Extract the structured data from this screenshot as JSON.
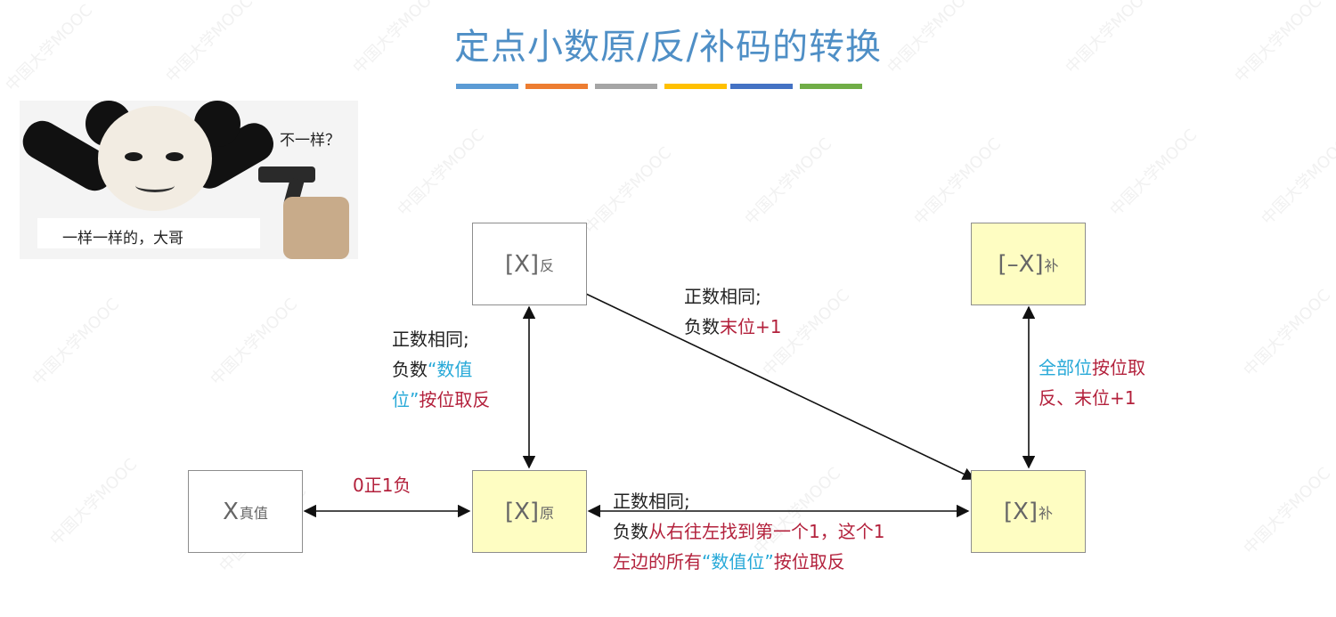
{
  "title": "定点小数原/反/补码的转换",
  "colors": {
    "title": "#4f8fc6",
    "bars": [
      "#5b9bd5",
      "#ed7d31",
      "#a5a5a5",
      "#ffc000",
      "#4472c4",
      "#70ad47"
    ],
    "box_fill": "#fefdc2",
    "red_text": "#b3213c",
    "blue_text": "#27a9d8"
  },
  "meme": {
    "speech": "不一样？",
    "caption": "一样一样的，大哥"
  },
  "watermark": "中国大学MOOC",
  "nodes": {
    "true_value": {
      "main": "X",
      "sub": "真值"
    },
    "ones": {
      "main": "[X]",
      "sub": "反"
    },
    "original": {
      "main": "[X]",
      "sub": "原"
    },
    "twos": {
      "main": "[X]",
      "sub": "补"
    },
    "neg_twos": {
      "main": "[–X]",
      "sub": "补"
    }
  },
  "edges": {
    "true_to_original": {
      "text": "0正1负"
    },
    "original_to_ones": {
      "line1": "正数相同;",
      "line2_a": "负数",
      "line2_b": "“数值",
      "line3_a": "位”",
      "line3_b": "按位取反"
    },
    "ones_to_twos": {
      "line1": "正数相同;",
      "line2_a": "负数",
      "line2_b": "末位+1"
    },
    "original_to_twos": {
      "line1": "正数相同;",
      "line2_a": "负数",
      "line2_b": "从右往左找到第一个1，这个1",
      "line3_a": "左边的所有",
      "line3_b": "“数值位”",
      "line3_c": "按位取反"
    },
    "twos_to_neg": {
      "line1_a": "全部位",
      "line1_b": "按位取",
      "line2": "反、末位+1"
    }
  }
}
